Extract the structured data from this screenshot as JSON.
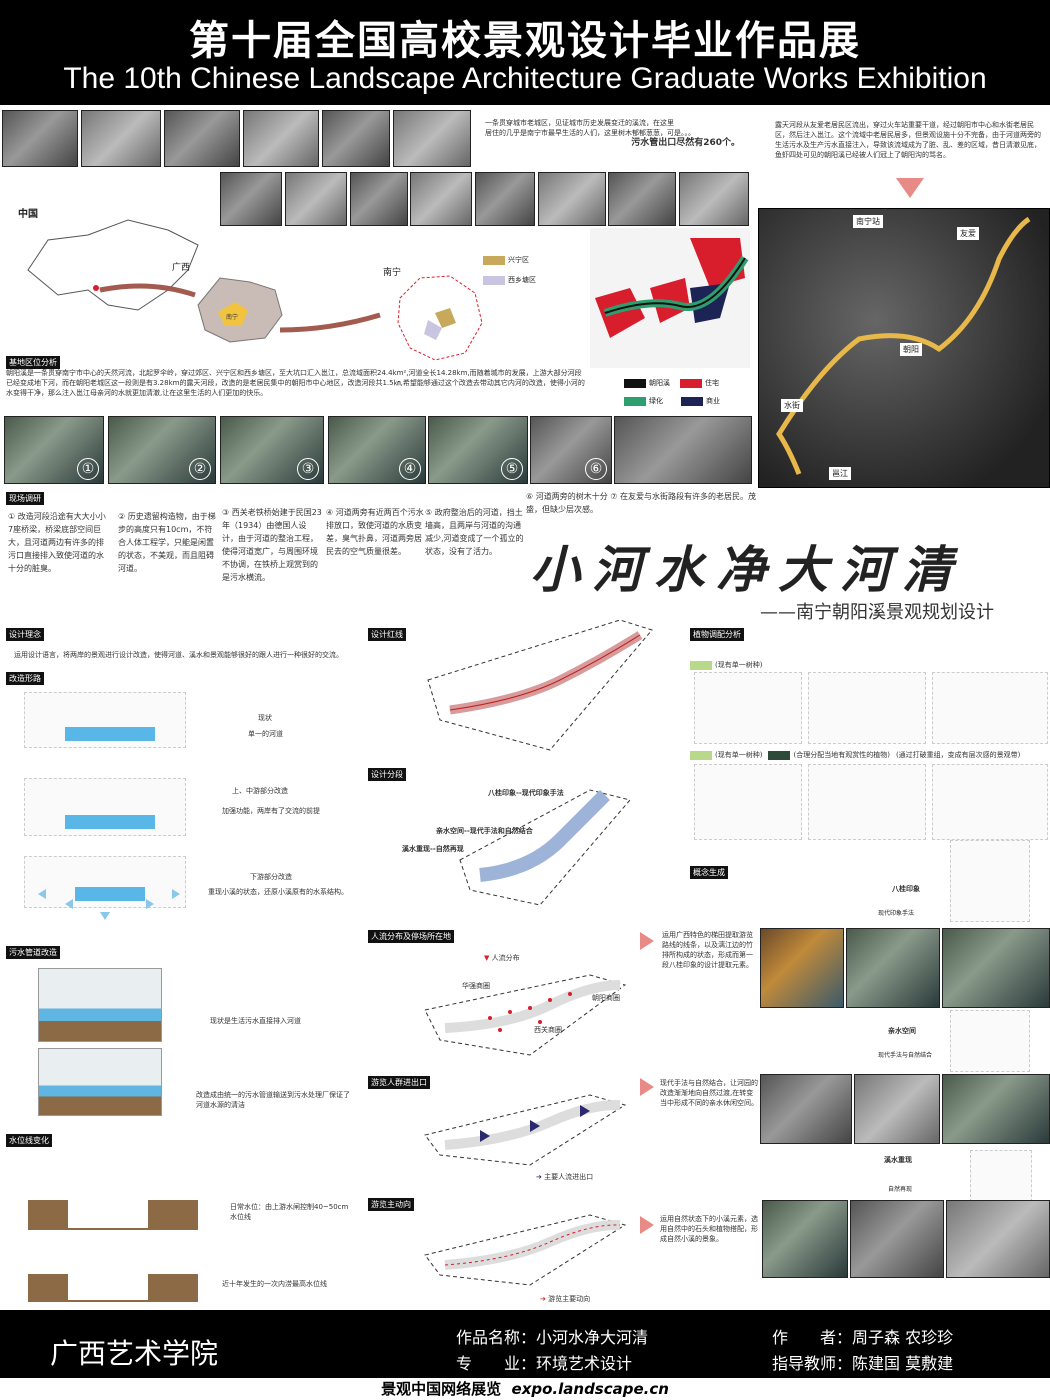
{
  "header": {
    "title_cn": "第十届全国高校景观设计毕业作品展",
    "title_en": "The 10th Chinese Landscape Architecture Graduate Works Exhibition"
  },
  "intro": {
    "line1": "一条贯穿城市老城区，见证城市历史发展变迁的溪流，在这里",
    "line2": "居住的几乎是南宁市最早生活的人们，这里树木郁郁葱葱，可是。。。",
    "pipes": "污水管出口尽然有260个。",
    "right": "露天河段从友爱老居民区流出，穿过火车站重要干道，经过朝阳市中心和水街老居民区，然后注入邕江。这个流域中老居民居多，但景观设施十分不完备，由于河道两旁的生活污水及生产污水直接注入，导致该流域成为了脏、乱、差的区域，昔日清澈见底，鱼虾四处可见的朝阳溪已经被人们冠上了朝阳沟的骂名。"
  },
  "map": {
    "china": "中国",
    "guangxi": "广西",
    "nanning_city": "南宁",
    "nanning": "南宁",
    "legend": [
      "兴宁区",
      "西乡塘区"
    ]
  },
  "site": {
    "tag": "基地区位分析",
    "text": "朝阳溪是一条贯穿南宁市中心的天然河流，北起罗伞岭，穿过郊区、兴宁区和西乡塘区，至大坑口汇入邕江，总流域面积24.4km²,河道全长14.28km,而随着城市的发展，上游大部分河段已经变成地下河，而在朝阳老城区这一段则是有3.28km的露天河段，改造的是老居民集中的朝阳市中心地区，改造河段共1.5㎞,希望能够通过这个改造去带动其它内河的改造，使得小河的水变得干净，那么注入邕江母亲河的水就更加清澈,让在这里生活的人们更加的快乐。"
  },
  "landuse": {
    "items": [
      "朝阳溪",
      "住宅",
      "绿化",
      "商业"
    ]
  },
  "aerial": {
    "labels": [
      "南宁站",
      "友爱",
      "朝阳",
      "水街",
      "邕江"
    ]
  },
  "survey": {
    "tag": "现场调研",
    "nums": [
      "①",
      "②",
      "③",
      "④",
      "⑤",
      "⑥"
    ],
    "items": [
      "① 改造河段沿途有大大小小7座桥梁，桥梁底部空间巨大，且河道两边有许多的排污口直接排入致使河道的水十分的脏臭。",
      "② 历史遗留构造物，由于梯步的高度只有10cm，不符合人体工程学，只能是闲置的状态，不美观，而且阻碍河道。",
      "③ 西关老铁桥始建于民国23年（1934）由德国人设计，由于河道的整治工程，使得河道宽广，与周围环境不协调，在铁桥上观赏到的是污水横流。",
      "④ 河道两旁有近两百个污水排放口，致使河道的水质变差，臭气扑鼻，河道两旁居民去的空气质量很差。",
      "⑤ 政府整治后的河道，挡土墙高，且两岸与河道的沟通减少,河道变成了一个孤立的状态，没有了活力。",
      "⑥ 河道两旁的树木十分 ⑦ 在友爱与水街路段有许多的老居民。茂盛，但缺少层次感。"
    ]
  },
  "slogan": {
    "main": "小河水净大河清",
    "sub": "——南宁朝阳溪景观规划设计"
  },
  "concept": {
    "tag": "设计理念",
    "text": "运用设计语言，将两岸的景观进行设计改造，使得河道、溪水和景观能够很好的跟人进行一种很好的交流。"
  },
  "section": {
    "tag": "改造形路",
    "s1": "现状",
    "s1b": "单一的河道",
    "s2": "上、中游部分改造",
    "s2b": "加强功能，两岸有了交流的前提",
    "s3": "下游部分改造",
    "s3b": "重现小溪的状态，还原小溪原有的水系结构。"
  },
  "sewage": {
    "tag": "污水管道改造",
    "a": "现状是生活污水直接排入河道",
    "b": "改造成由统一的污水管道输送到污水处理厂保证了河道水源的清洁"
  },
  "water": {
    "tag": "水位线变化",
    "a": "日常水位：由上游水闸控制40~50cm水位线",
    "b": "近十年发生的一次内涝最高水位线"
  },
  "redline": {
    "tag": "设计红线"
  },
  "segments": {
    "tag": "设计分段",
    "a": "八桂印象--现代印象手法",
    "b": "亲水空间--现代手法和自然结合",
    "c": "溪水重现--自然再现"
  },
  "people": {
    "tag": "人流分布及停场所在地",
    "legend": "人流分布",
    "a": "华强商圈",
    "b": "朝阳商圈",
    "c": "西关商圈"
  },
  "entries": {
    "tag": "游览人群进出口",
    "legend": "主要人流进出口"
  },
  "tour": {
    "tag": "游览主动向",
    "legend": "游览主要动向"
  },
  "plants": {
    "tag": "植物调配分析",
    "l1": "(现有单一树种)",
    "l2": "(现有单一树种)",
    "l3": "(合理分配当地有观赏性的植物)",
    "l4": "(通过打破重组，变成有层次感的景观带)"
  },
  "genesis": {
    "tag": "概念生成",
    "a": "八桂印象",
    "a2": "现代印象手法",
    "t1": "运用广西特色的梯田提取游览路线的线条，以及漓江边的竹排所构成的状态，形成而第一段八桂印象的设计提取元素。",
    "b": "亲水空间",
    "b2": "现代手法与自然结合",
    "t2": "现代手法与自然结合，让河园的改造渐渐地向自然过渡,在转变当中形成不同的亲水休闲空间。",
    "c": "溪水重现",
    "c2": "自然再现",
    "t3": "运用自然状态下的小溪元素，选用自然中的石头和植物搭配，形成自然小溪的景象。"
  },
  "footer": {
    "school": "广西艺术学院",
    "name_label": "作品名称：",
    "name": "小河水净大河清",
    "major_label": "专　　业：",
    "major": "环境艺术设计",
    "author_label": "作　　者：",
    "author": "周子森 农珍珍",
    "advisor_label": "指导教师：",
    "advisor": "陈建国 莫敷建"
  },
  "bottom": {
    "cn": "景观中国网络展览",
    "url": "expo.landscape.cn"
  },
  "colors": {
    "red": "#d81e2c",
    "green": "#2f9e6f",
    "navy": "#1c2455",
    "yellow": "#e8b84a",
    "sw_a": "#c8a85a",
    "sw_b": "#c9c4e0"
  }
}
